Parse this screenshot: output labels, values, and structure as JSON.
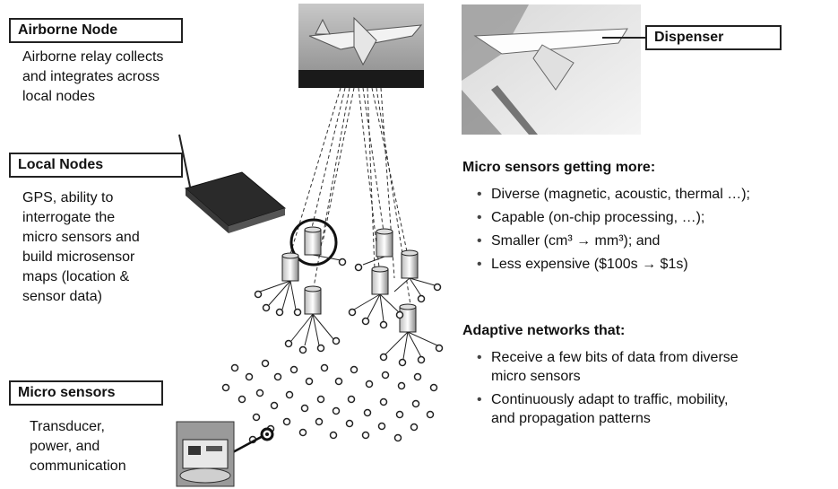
{
  "labels": {
    "airborne_node": "Airborne Node",
    "local_nodes": "Local Nodes",
    "micro_sensors": "Micro sensors",
    "dispenser": "Dispenser"
  },
  "descriptions": {
    "airborne": "Airborne relay collects\nand integrates across\nlocal nodes",
    "local": "GPS, ability to\ninterrogate the\nmicro sensors and\nbuild microsensor\nmaps (location &\nsensor data)",
    "micro": "Transducer,\npower, and\ncommunication"
  },
  "right_panel": {
    "micro_heading": "Micro sensors getting more:",
    "micro_bullets": [
      "Diverse (magnetic, acoustic, thermal …);",
      "Capable (on-chip processing, …);",
      "Smaller (cm³ → mm³); and",
      "Less expensive ($100s → $1s)"
    ],
    "adaptive_heading": "Adaptive networks that:",
    "adaptive_bullets": [
      "Receive a few bits of data from diverse\nmicro sensors",
      "Continuously adapt to traffic, mobility,\nand propagation patterns"
    ]
  },
  "icons": [
    "aircraft-photo",
    "dispenser-photo",
    "router-icon",
    "sensor-node-icon",
    "micro-sensor-icon",
    "sensor-device-photo"
  ]
}
